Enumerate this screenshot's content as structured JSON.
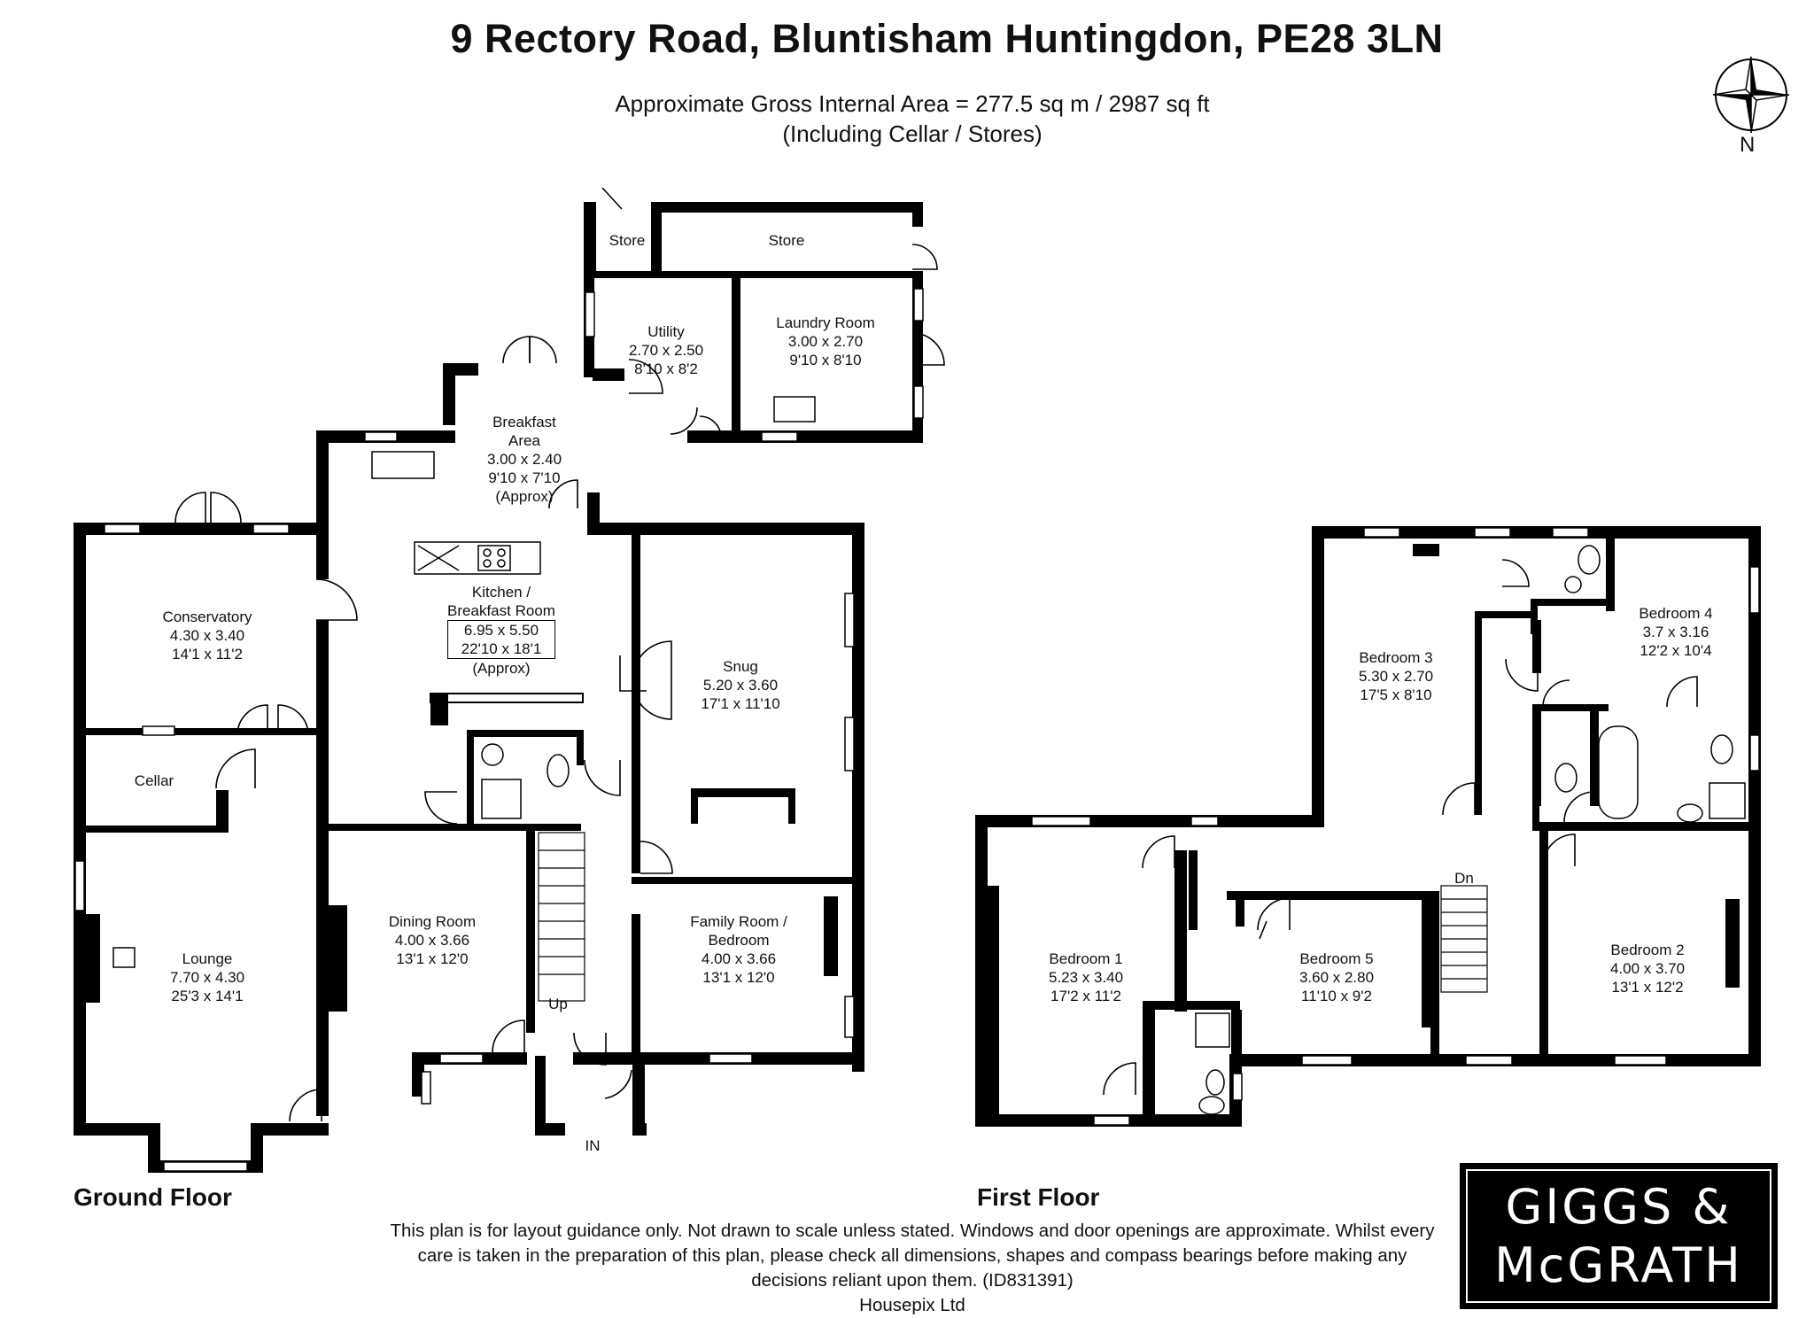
{
  "title": "9 Rectory Road, Bluntisham Huntingdon, PE28 3LN",
  "area_line1": "Approximate Gross Internal Area = 277.5 sq m / 2987 sq ft",
  "area_line2": "(Including Cellar / Stores)",
  "compass_label": "N",
  "ground_floor_label": "Ground Floor",
  "first_floor_label": "First Floor",
  "rooms": {
    "store_small": {
      "name": "Store"
    },
    "store_large": {
      "name": "Store"
    },
    "utility": {
      "name": "Utility",
      "d1": "2.70 x 2.50",
      "d2": "8'10 x 8'2"
    },
    "laundry": {
      "name": "Laundry Room",
      "d1": "3.00 x 2.70",
      "d2": "9'10 x 8'10"
    },
    "breakfast": {
      "name": "Breakfast",
      "name2": "Area",
      "d1": "3.00 x 2.40",
      "d2": "9'10 x 7'10",
      "note": "(Approx)"
    },
    "conservatory": {
      "name": "Conservatory",
      "d1": "4.30 x 3.40",
      "d2": "14'1 x 11'2"
    },
    "kitchen": {
      "name": "Kitchen /",
      "name2": "Breakfast Room",
      "d1": "6.95 x 5.50",
      "d2": "22'10 x 18'1",
      "note": "(Approx)"
    },
    "snug": {
      "name": "Snug",
      "d1": "5.20 x 3.60",
      "d2": "17'1 x 11'10"
    },
    "cellar": {
      "name": "Cellar"
    },
    "lounge": {
      "name": "Lounge",
      "d1": "7.70 x 4.30",
      "d2": "25'3 x 14'1"
    },
    "dining": {
      "name": "Dining Room",
      "d1": "4.00 x 3.66",
      "d2": "13'1 x 12'0"
    },
    "family": {
      "name": "Family Room /",
      "name2": "Bedroom",
      "d1": "4.00 x 3.66",
      "d2": "13'1 x 12'0"
    },
    "bedroom1": {
      "name": "Bedroom 1",
      "d1": "5.23 x 3.40",
      "d2": "17'2 x 11'2"
    },
    "bedroom2": {
      "name": "Bedroom 2",
      "d1": "4.00 x 3.70",
      "d2": "13'1 x 12'2"
    },
    "bedroom3": {
      "name": "Bedroom 3",
      "d1": "5.30 x 2.70",
      "d2": "17'5 x 8'10"
    },
    "bedroom4": {
      "name": "Bedroom 4",
      "d1": "3.7 x 3.16",
      "d2": "12'2 x 10'4"
    },
    "bedroom5": {
      "name": "Bedroom 5",
      "d1": "3.60 x 2.80",
      "d2": "11'10 x 9'2"
    }
  },
  "stairs": {
    "up": "Up",
    "down": "Dn",
    "entrance": "IN"
  },
  "disclaimer": "This plan is for layout guidance only. Not drawn to scale unless stated. Windows and door openings are approximate. Whilst every care is taken in the preparation of this plan, please check all dimensions, shapes and compass bearings before making any decisions reliant upon them. (ID831391)",
  "credit": "Housepix Ltd",
  "logo_line1": "GIGGS &",
  "logo_line2": "McGRATH"
}
